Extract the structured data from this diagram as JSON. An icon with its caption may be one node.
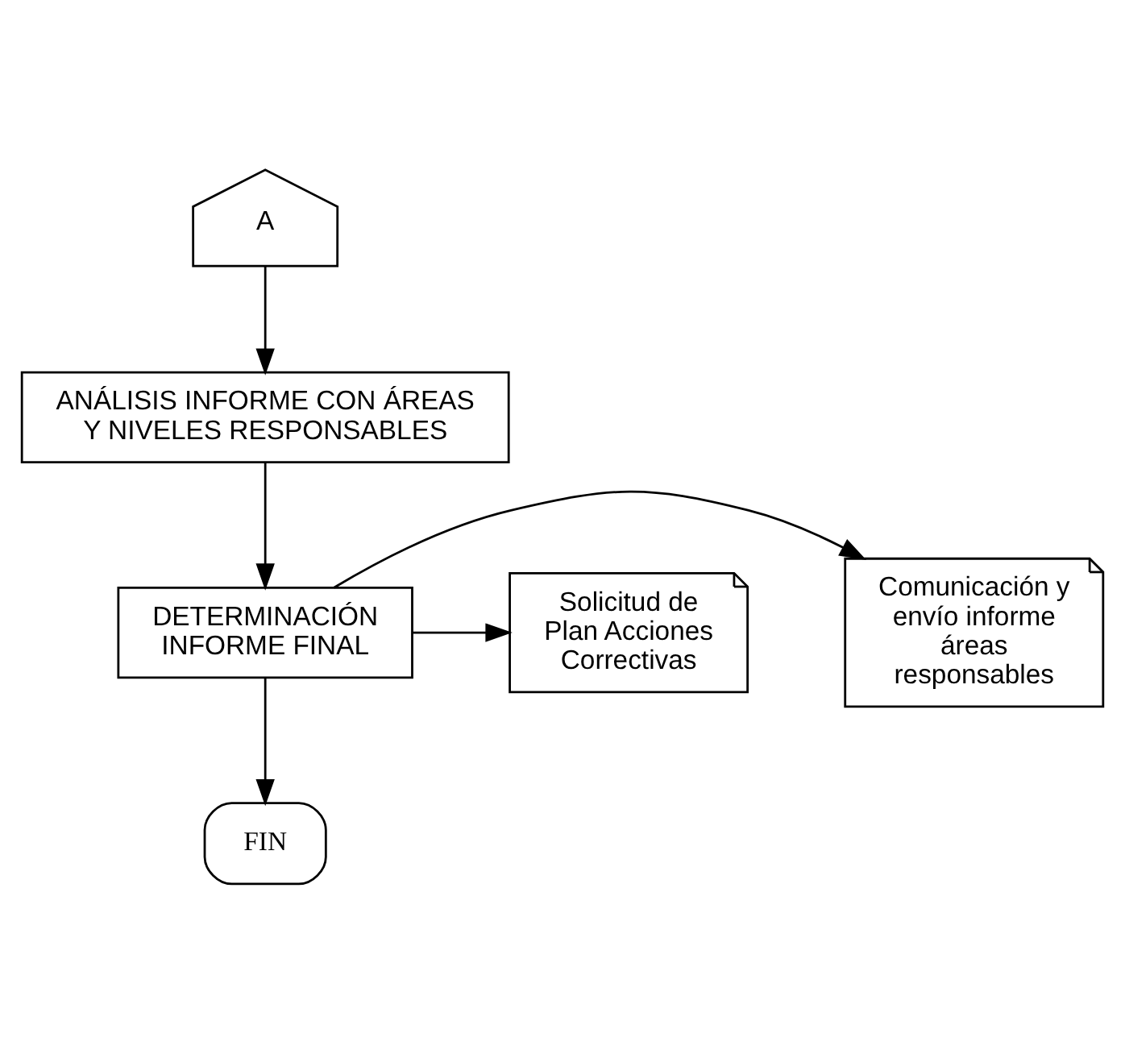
{
  "diagram": {
    "nodes": [
      {
        "text": [
          "A"
        ]
      },
      {
        "text": [
          "ANÁLISIS INFORME CON ÁREAS Y NIVELES RESPONSABLES"
        ]
      },
      {
        "text": [
          "DETERMINACIÓN INFORME FINAL"
        ]
      },
      {
        "text": [
          "Comunicación y envío informe áreas responsables"
        ]
      },
      {
        "text": [
          "Solicitud de Plan Acciones Correctivas"
        ]
      },
      {
        "text": [
          "FIN"
        ]
      }
    ],
    "edges": [
      {
        "from": 0,
        "to": 1,
        "arrow": "to"
      },
      {
        "from": 1,
        "to": 2,
        "arrow": "to"
      },
      {
        "from": 2,
        "to": 3,
        "arrow": "to"
      },
      {
        "from": 2,
        "to": 4,
        "arrow": "to"
      },
      {
        "from": 2,
        "to": 5,
        "arrow": "to"
      }
    ]
  }
}
